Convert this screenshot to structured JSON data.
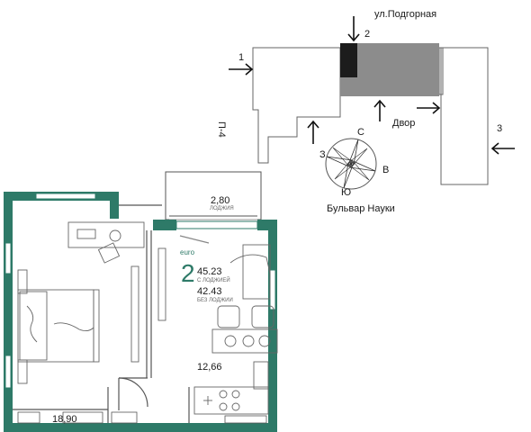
{
  "site_plan": {
    "street_top": "ул.Подгорная",
    "street_bottom": "Бульвар Науки",
    "yard": "Двор",
    "building_code": "П-4",
    "entrances": [
      "1",
      "2",
      "3"
    ],
    "compass": {
      "north": "С",
      "east": "В",
      "south": "Ю",
      "west": "З"
    }
  },
  "apartment": {
    "type_label": "euro",
    "rooms": "2",
    "area_with_loggia": "45.23",
    "area_with_loggia_caption": "С ЛОДЖИЕЙ",
    "area_without_loggia": "42.43",
    "area_without_loggia_caption": "БЕЗ ЛОДЖИИ",
    "loggia_area": "2,80",
    "loggia_caption": "ЛОДЖИЯ",
    "kitchen_area": "12,66",
    "bedroom_area": "18,90"
  },
  "colors": {
    "wall": "#2e7a68",
    "building_dark": "#1c1c1c",
    "building_gray": "#8c8c8c",
    "outline": "#555555"
  }
}
